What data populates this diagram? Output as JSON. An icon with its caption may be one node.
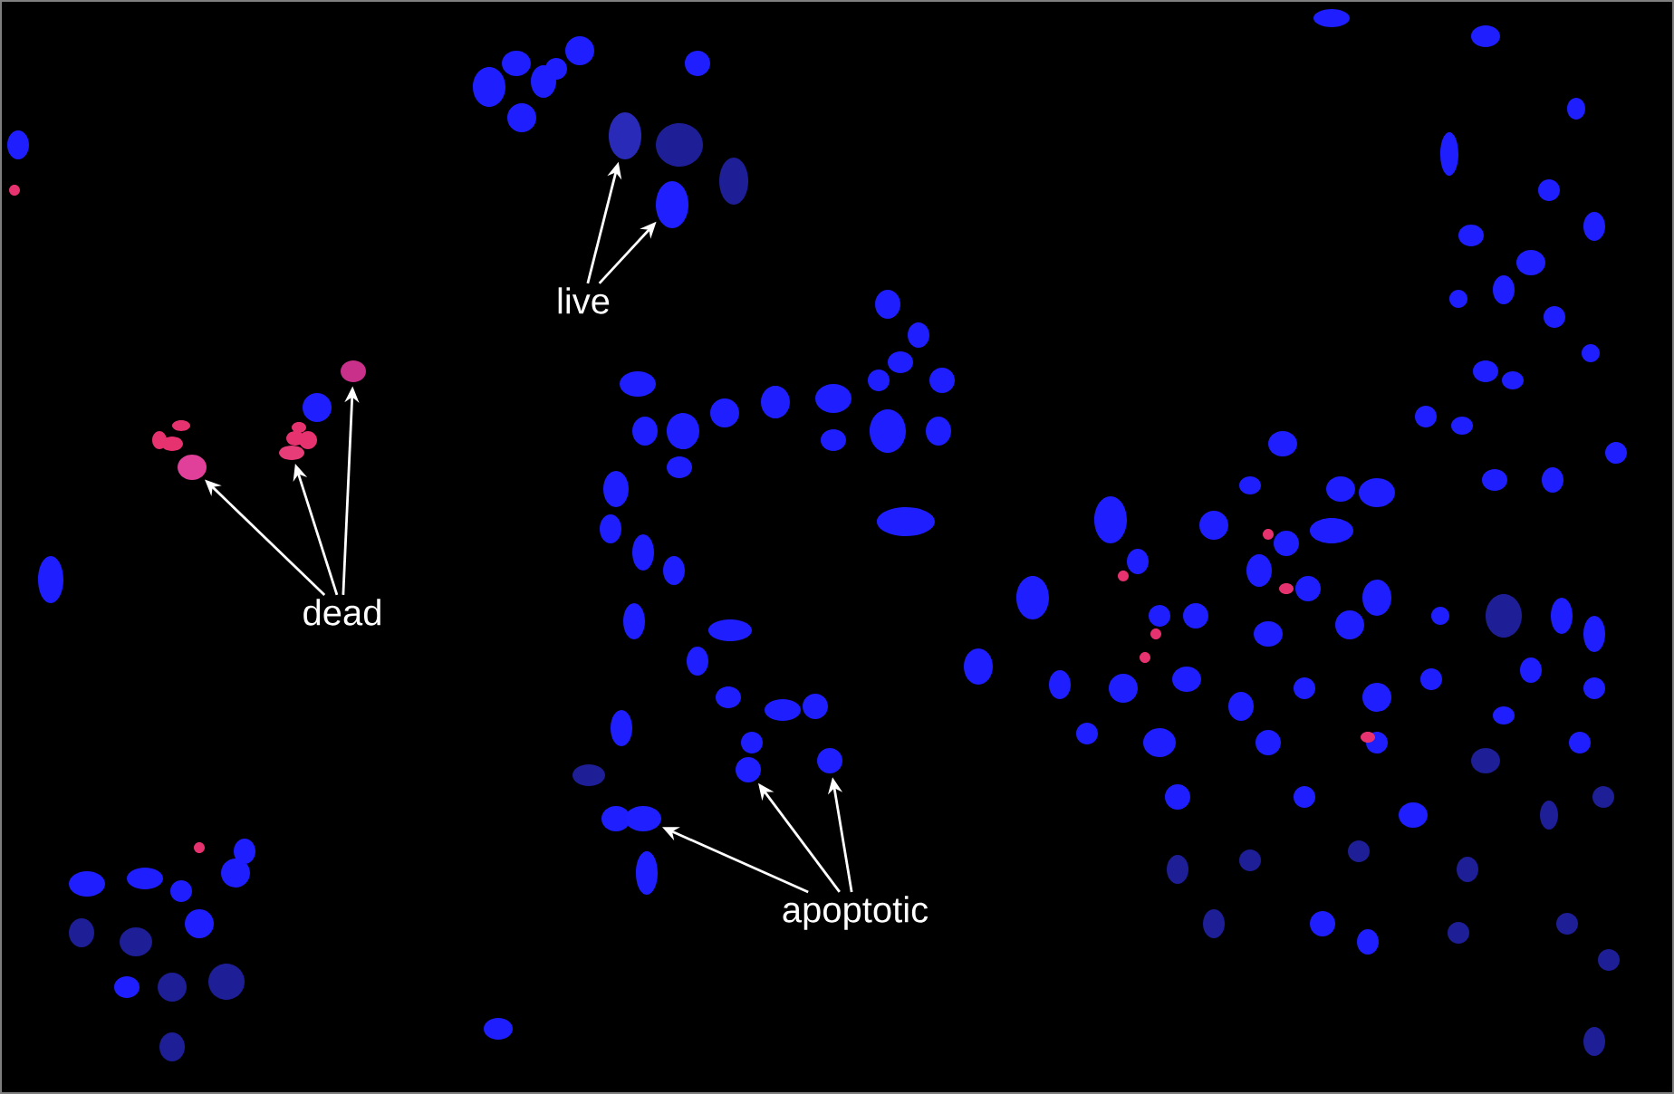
{
  "diagram": {
    "nodes": [
      {
        "text": [
          "live"
        ]
      },
      {
        "text": [],
        "shape": "circle"
      },
      {
        "text": [],
        "shape": "circle"
      },
      {
        "text": [
          "dead"
        ]
      },
      {
        "text": [],
        "shape": "circle"
      },
      {
        "text": [],
        "shape": "circle"
      },
      {
        "text": [],
        "shape": "circle"
      },
      {
        "text": [
          "apoptotic"
        ]
      },
      {
        "text": [],
        "shape": "circle"
      },
      {
        "text": [],
        "shape": "circle"
      },
      {
        "text": [],
        "shape": "circle"
      }
    ],
    "edges": [
      {
        "from": 0,
        "to": 1,
        "arrow": "to"
      },
      {
        "from": 0,
        "to": 2,
        "arrow": "to"
      },
      {
        "from": 3,
        "to": 4,
        "arrow": "to"
      },
      {
        "from": 3,
        "to": 5,
        "arrow": "to"
      },
      {
        "from": 3,
        "to": 6,
        "arrow": "to"
      },
      {
        "from": 7,
        "to": 8,
        "arrow": "to"
      },
      {
        "from": 7,
        "to": 9,
        "arrow": "to"
      },
      {
        "from": 7,
        "to": 10,
        "arrow": "to"
      }
    ]
  }
}
